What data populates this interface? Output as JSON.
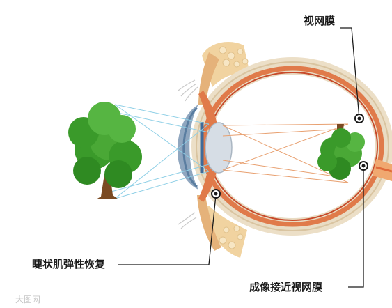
{
  "labels": {
    "retina": "视网膜",
    "ciliary": "睫状肌弹性恢复",
    "image_near_retina": "成像接近视网膜"
  },
  "watermark": "大图网",
  "colors": {
    "sclera_outer": "#e9dcc4",
    "choroid": "#e07a4a",
    "retina_line": "#c84a2a",
    "lens": "#d6dde5",
    "cornea": "#8fa6bf",
    "tree_green": "#3a9a2a",
    "ray_blue": "#8ecfe6",
    "ray_orange": "#e8a070",
    "fat": "#f1d3a0"
  }
}
